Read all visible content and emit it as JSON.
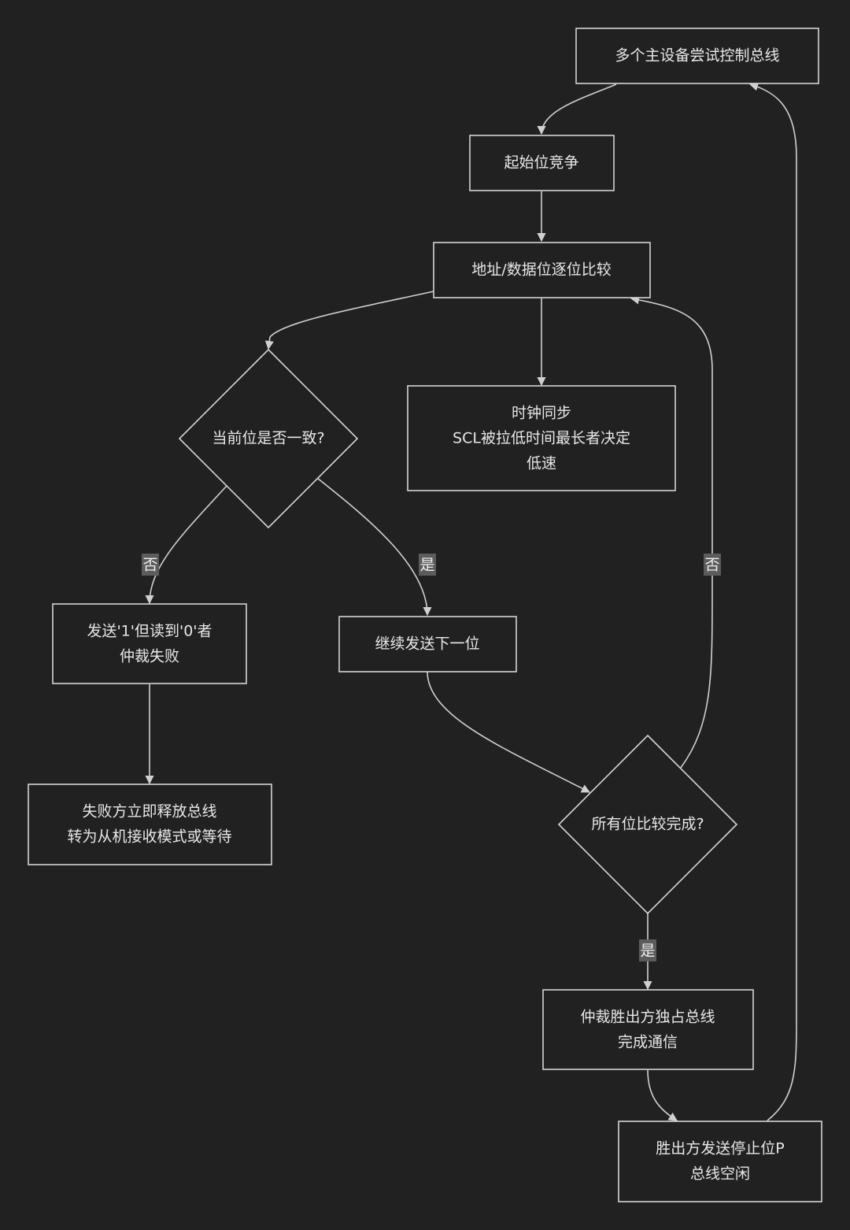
{
  "nodes": {
    "start": "多个主设备尝试控制总线",
    "start_bit": "起始位竞争",
    "compare": "地址/数据位逐位比较",
    "clock_sync": [
      "时钟同步",
      "SCL被拉低时间最长者决定",
      "低速"
    ],
    "bit_match": "当前位是否一致?",
    "lose": [
      "发送'1'但读到'0'者",
      "仲裁失败"
    ],
    "continue": "继续发送下一位",
    "release": [
      "失败方立即释放总线",
      "转为从机接收模式或等待"
    ],
    "all_done": "所有位比较完成?",
    "win": [
      "仲裁胜出方独占总线",
      "完成通信"
    ],
    "stop": [
      "胜出方发送停止位P",
      "总线空闲"
    ]
  },
  "edge_labels": {
    "no_mismatch": "否",
    "yes_match": "是",
    "no_loop": "否",
    "yes_done": "是"
  },
  "colors": {
    "background": "#212121",
    "stroke": "#d4d4d4",
    "text": "#e8e8e8",
    "label_bg": "#5c5c5c"
  }
}
